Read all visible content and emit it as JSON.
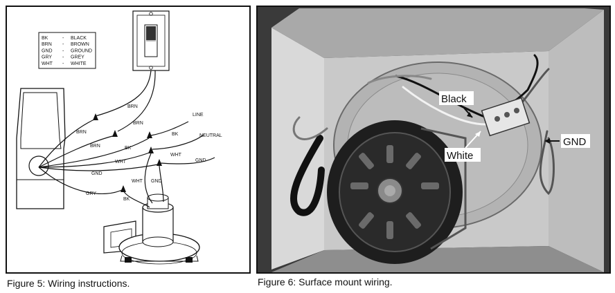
{
  "figure5": {
    "caption": "Figure 5:  Wiring instructions.",
    "legend": [
      {
        "abbr": "BK",
        "sep": "-",
        "name": "BLACK"
      },
      {
        "abbr": "BRN",
        "sep": "-",
        "name": "BROWN"
      },
      {
        "abbr": "GND",
        "sep": "-",
        "name": "GROUND"
      },
      {
        "abbr": "GRY",
        "sep": "-",
        "name": "GREY"
      },
      {
        "abbr": "WHT",
        "sep": "-",
        "name": "WHITE"
      }
    ],
    "wire_labels": {
      "brn_top": "BRN",
      "brn_mid": "BRN",
      "brn_left": "BRN",
      "brn_low": "BRN",
      "line": "LINE",
      "bk_line": "BK",
      "neutral": "NEUTRAL",
      "bk_mid": "BK",
      "wht_mid": "WHT",
      "wht_left": "WHT",
      "gnd_right": "GND",
      "gnd_left": "GND",
      "wht_low": "WHT",
      "gnd_low": "GND",
      "gry": "GRY",
      "bk_low": "BK"
    }
  },
  "figure6": {
    "caption": "Figure 6:  Surface mount wiring.",
    "labels": {
      "black": "Black",
      "white": "White",
      "gnd": "GND"
    }
  },
  "colors": {
    "line": "#111111",
    "photo_bg": "#2e2e2e",
    "housing": "#cfcfcf",
    "motor": "#1e1e1e"
  }
}
